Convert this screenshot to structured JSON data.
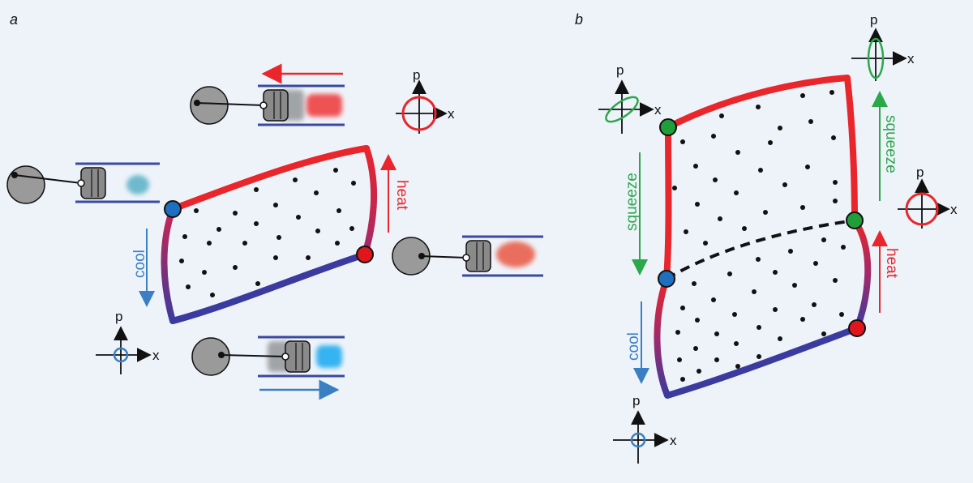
{
  "panels": {
    "a": {
      "label": "a",
      "process_labels": {
        "heat": "heat",
        "cool": "cool"
      },
      "phase_axes": {
        "x": "x",
        "p": "p"
      }
    },
    "b": {
      "label": "b",
      "process_labels": {
        "heat": "heat",
        "cool": "cool",
        "squeeze_left": "squeeze",
        "squeeze_right": "squeeze"
      },
      "phase_axes": {
        "x": "x",
        "p": "p"
      }
    }
  },
  "colors": {
    "hot": "#e8262b",
    "cold": "#3b4a9e",
    "cool_label": "#3a7fc4",
    "squeeze": "#2aa84a",
    "node_blue": "#1e6fbf",
    "node_red": "#e0161c",
    "node_green": "#1f9e3a",
    "background": "#eef3fa"
  },
  "icons": [
    "piston-engine-icon",
    "phase-space-circle-icon",
    "phase-space-ellipse-icon",
    "arrow-icon"
  ]
}
